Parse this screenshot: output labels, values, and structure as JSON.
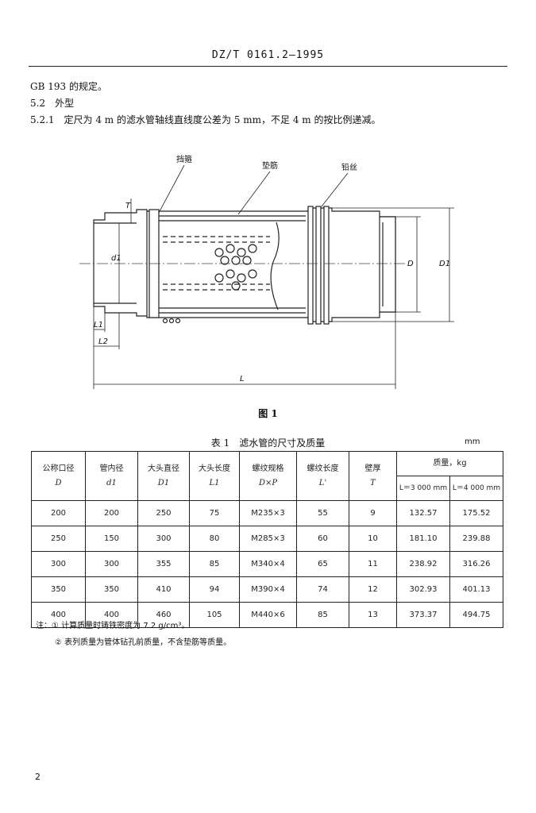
{
  "header": {
    "code": "DZ/T 0161.2—1995"
  },
  "body_text": {
    "line1": "GB 193 的规定。",
    "line2_no": "5.2",
    "line2_text": "外型",
    "line3_no": "5.2.1",
    "line3_text": "定尺为 4 m 的滤水管轴线直线度公差为 5 mm，不足 4 m 的按比例递减。"
  },
  "figure": {
    "labels": {
      "baffle": "挡箍",
      "rib": "垫筋",
      "wire": "铅丝",
      "T": "T",
      "d1": "d1",
      "D": "D",
      "D1": "D1",
      "L1": "L1",
      "L2": "L2",
      "L": "L"
    },
    "caption": "图 1"
  },
  "table": {
    "title": "表 1　滤水管的尺寸及质量",
    "unit": "mm",
    "headers": {
      "c1": "公称口径",
      "c1_sym": "D",
      "c2": "管内径",
      "c2_sym": "d1",
      "c3": "大头直径",
      "c3_sym": "D1",
      "c4": "大头长度",
      "c4_sym": "L1",
      "c5": "螺纹规格",
      "c5_sym": "D×P",
      "c6": "螺纹长度",
      "c6_sym": "L'",
      "c7": "壁厚",
      "c7_sym": "T",
      "mass": "质量，kg",
      "mass_3000": "L＝3 000 mm",
      "mass_4000": "L＝4 000 mm"
    },
    "rows": [
      [
        "200",
        "200",
        "250",
        "75",
        "M235×3",
        "55",
        "9",
        "132.57",
        "175.52"
      ],
      [
        "250",
        "150",
        "300",
        "80",
        "M285×3",
        "60",
        "10",
        "181.10",
        "239.88"
      ],
      [
        "300",
        "300",
        "355",
        "85",
        "M340×4",
        "65",
        "11",
        "238.92",
        "316.26"
      ],
      [
        "350",
        "350",
        "410",
        "94",
        "M390×4",
        "74",
        "12",
        "302.93",
        "401.13"
      ],
      [
        "400",
        "400",
        "460",
        "105",
        "M440×6",
        "85",
        "13",
        "373.37",
        "494.75"
      ]
    ]
  },
  "notes": {
    "n1": "注：① 计算质量时铸铁密度为 7.2 g/cm³。",
    "n2": "② 表列质量为管体钻孔前质量，不含垫筋等质量。"
  },
  "page_number": "2"
}
